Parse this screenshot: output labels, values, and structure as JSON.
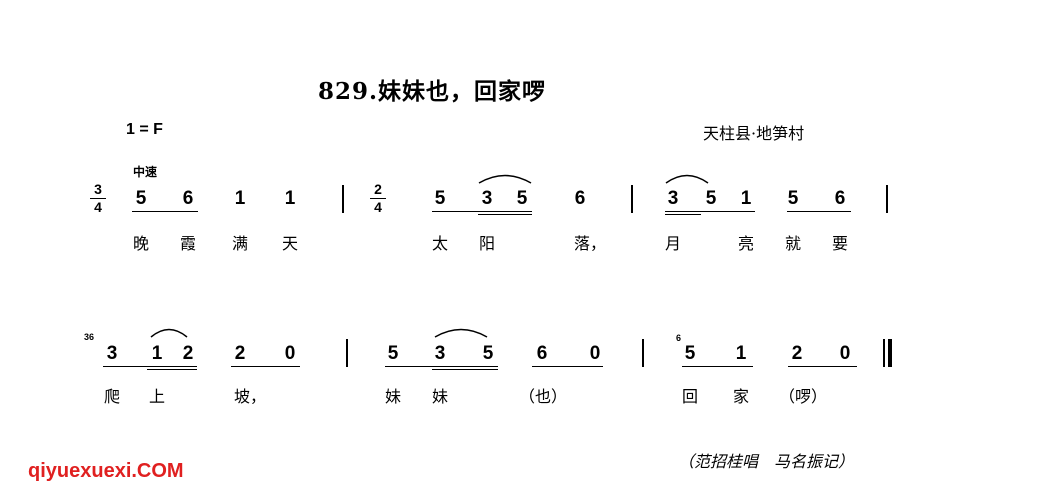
{
  "title": "829.妹妹也，回家啰",
  "key": "1 = F",
  "location": "天柱县·地笋村",
  "tempo": "中速",
  "time_signatures": [
    {
      "top": "3",
      "bottom": "4"
    },
    {
      "top": "2",
      "bottom": "4"
    }
  ],
  "row1": {
    "notes": [
      "5",
      "6",
      "1",
      "1",
      "5",
      "3",
      "5",
      "6",
      "3",
      "5",
      "1",
      "5",
      "6"
    ],
    "lyrics": [
      "晚",
      "霞",
      "满",
      "天",
      "太",
      "阳",
      "落，",
      "月",
      "亮",
      "就",
      "要"
    ]
  },
  "row2": {
    "grace1": "36",
    "grace2": "6",
    "notes": [
      "3",
      "1",
      "2",
      "2",
      "0",
      "5",
      "3",
      "5",
      "6",
      "0",
      "5",
      "1",
      "2",
      "0"
    ],
    "lyrics": [
      "爬",
      "上",
      "坡，",
      "妹",
      "妹",
      "（也）",
      "回",
      "家",
      "（啰）"
    ]
  },
  "credit": "（范招桂唱　马名振记）",
  "watermark": "qiyuexuexi.COM"
}
